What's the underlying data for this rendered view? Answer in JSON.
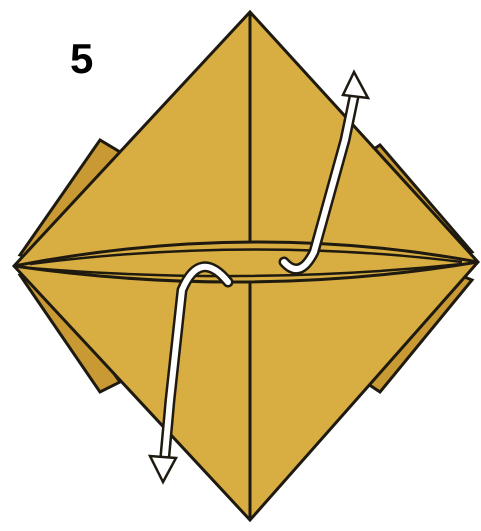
{
  "step_number": "5",
  "colors": {
    "paper_fill": "#D8AE42",
    "paper_shade": "#C99A33",
    "outline": "#1E1A10",
    "arrow_fill": "#FFFFFF"
  },
  "arrows": [
    {
      "name": "arrow-up-icon",
      "direction": "up"
    },
    {
      "name": "arrow-down-icon",
      "direction": "down"
    }
  ]
}
